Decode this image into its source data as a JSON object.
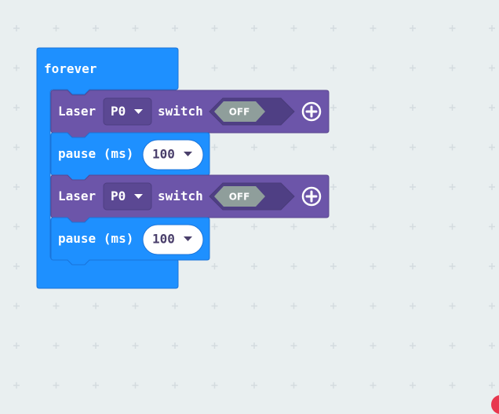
{
  "workspace": {
    "background": "#e9eff0",
    "grid_color": "#d4dcdf"
  },
  "colors": {
    "loop_block": "#1e90ff",
    "loop_block_edge": "#1a73d9",
    "laser_block": "#6c55a9",
    "laser_block_edge": "#5a4690",
    "dropdown_bg": "#5b4893",
    "toggle_bg": "#4f3f84",
    "toggle_knob": "#8f9e9b",
    "value_pill": "#ffffff",
    "corner_badge": "#e8384f"
  },
  "forever_block": {
    "label": "forever",
    "statements": [
      {
        "type": "laser",
        "label": "Laser",
        "pin": "P0",
        "switch_label": "switch",
        "state": "OFF",
        "add_icon": "plus-circle-icon"
      },
      {
        "type": "pause",
        "label": "pause (ms)",
        "value": "100"
      },
      {
        "type": "laser",
        "label": "Laser",
        "pin": "P0",
        "switch_label": "switch",
        "state": "OFF",
        "add_icon": "plus-circle-icon"
      },
      {
        "type": "pause",
        "label": "pause (ms)",
        "value": "100"
      }
    ]
  }
}
